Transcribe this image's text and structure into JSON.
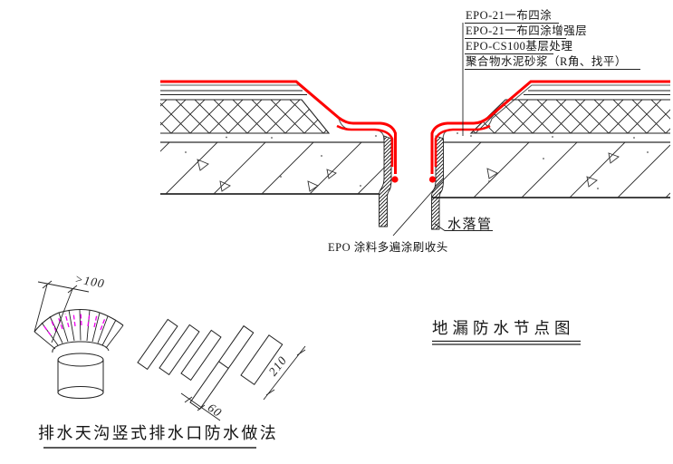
{
  "drawing": {
    "spec_callouts": [
      "EPO-21一布四涂",
      "EPO-21一布四涂增强层",
      "EPO-CS100基层处理",
      "聚合物水泥砂浆（R角、找平）"
    ],
    "labels": {
      "downpipe": "水落管",
      "coating_note": "EPO 涂料多遍涂刷收头"
    },
    "titles": {
      "right_detail": "地漏防水节点图",
      "left_detail": "排水天沟竖式排水口防水做法"
    },
    "dimensions": {
      "fan_overlap": ">100",
      "strip_length": "210",
      "strip_width": "60"
    },
    "colors": {
      "membrane": "#ff0000",
      "strip_marking": "#ee00ee",
      "linework": "#1f1f1f"
    }
  }
}
